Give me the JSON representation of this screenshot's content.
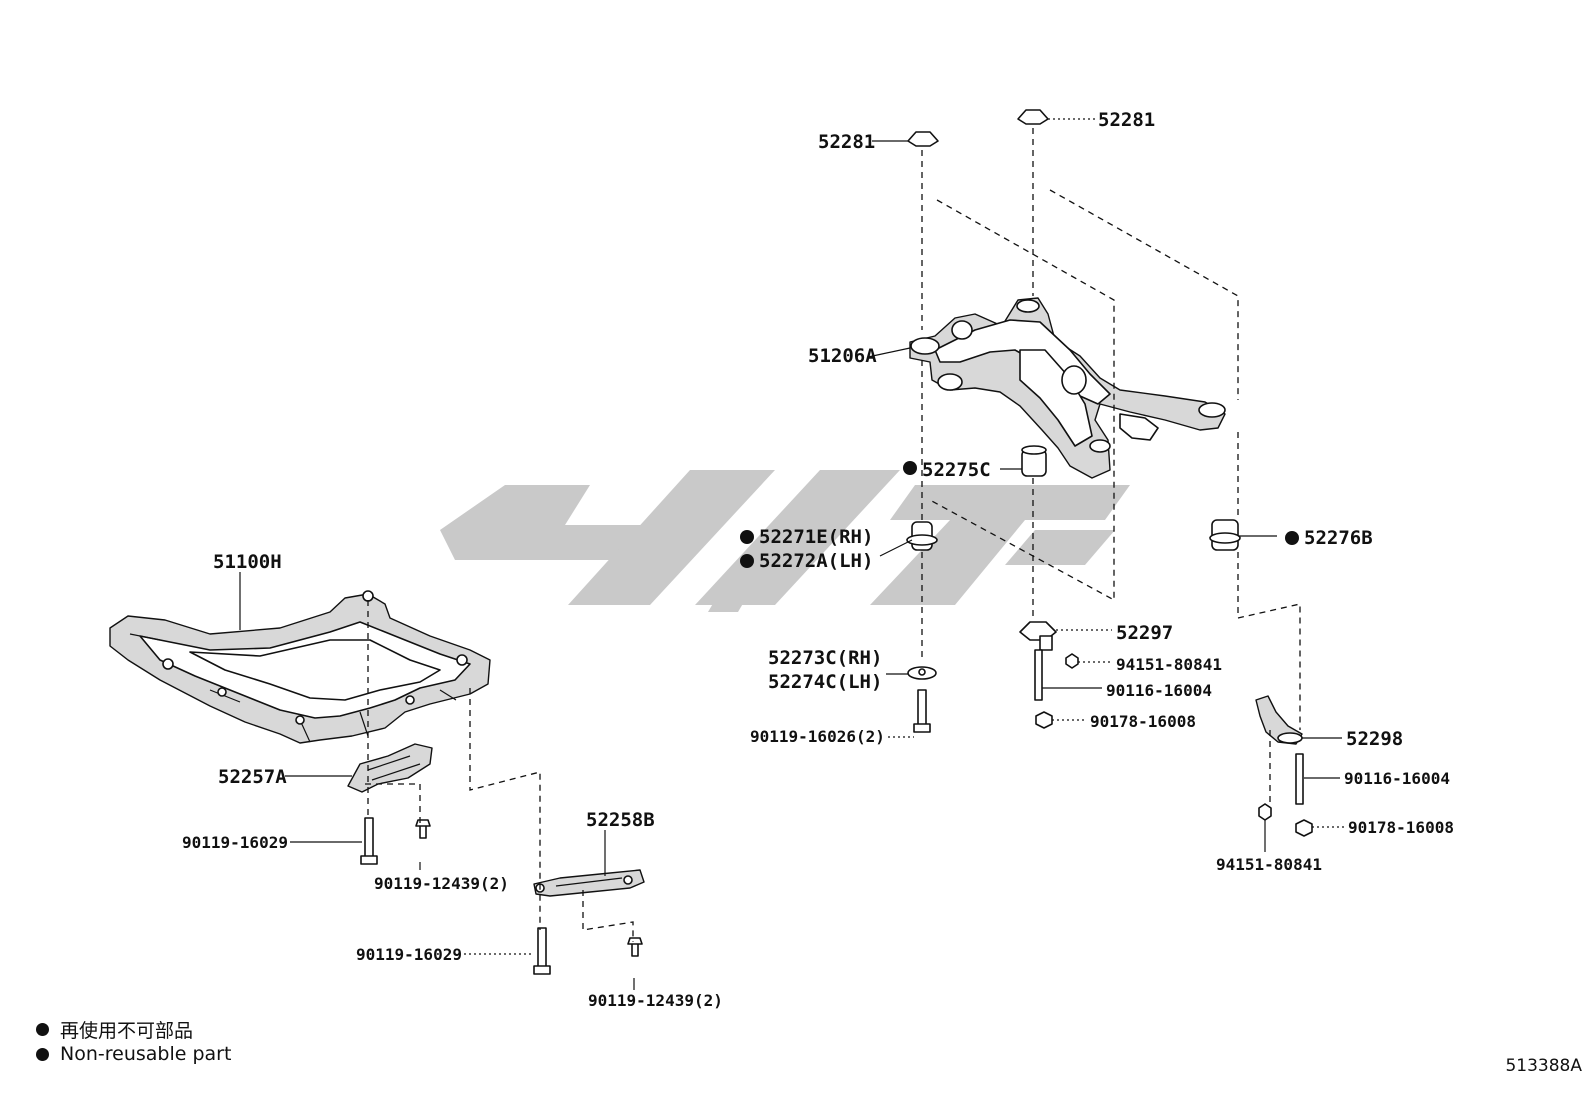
{
  "labels": {
    "p51100H": "51100H",
    "p52257A": "52257A",
    "p90119_16029_a": "90119-16029",
    "p90119_12439_a": "90119-12439(2)",
    "p52258B": "52258B",
    "p90119_16029_b": "90119-16029",
    "p90119_12439_b": "90119-12439(2)",
    "p52281_a": "52281",
    "p52281_b": "52281",
    "p51206A": "51206A",
    "p52275C": "52275C",
    "p52271E": "52271E(RH)",
    "p52272A": "52272A(LH)",
    "p52273C": "52273C(RH)",
    "p52274C": "52274C(LH)",
    "p90119_16026": "90119-16026(2)",
    "p52297": "52297",
    "p94151_80841_a": "94151-80841",
    "p90116_16004_a": "90116-16004",
    "p90178_16008_a": "90178-16008",
    "p52276B": "52276B",
    "p52298": "52298",
    "p90116_16004_b": "90116-16004",
    "p90178_16008_b": "90178-16008",
    "p94151_80841_b": "94151-80841"
  },
  "legend": {
    "ja": "再使用不可部品",
    "en": "Non-reusable part"
  },
  "ref_code": "513388A",
  "colors": {
    "line": "#111111",
    "watermark": "#c9c9c9",
    "background": "#ffffff"
  },
  "icons": {
    "non_reusable_marker": "filled-circle"
  }
}
